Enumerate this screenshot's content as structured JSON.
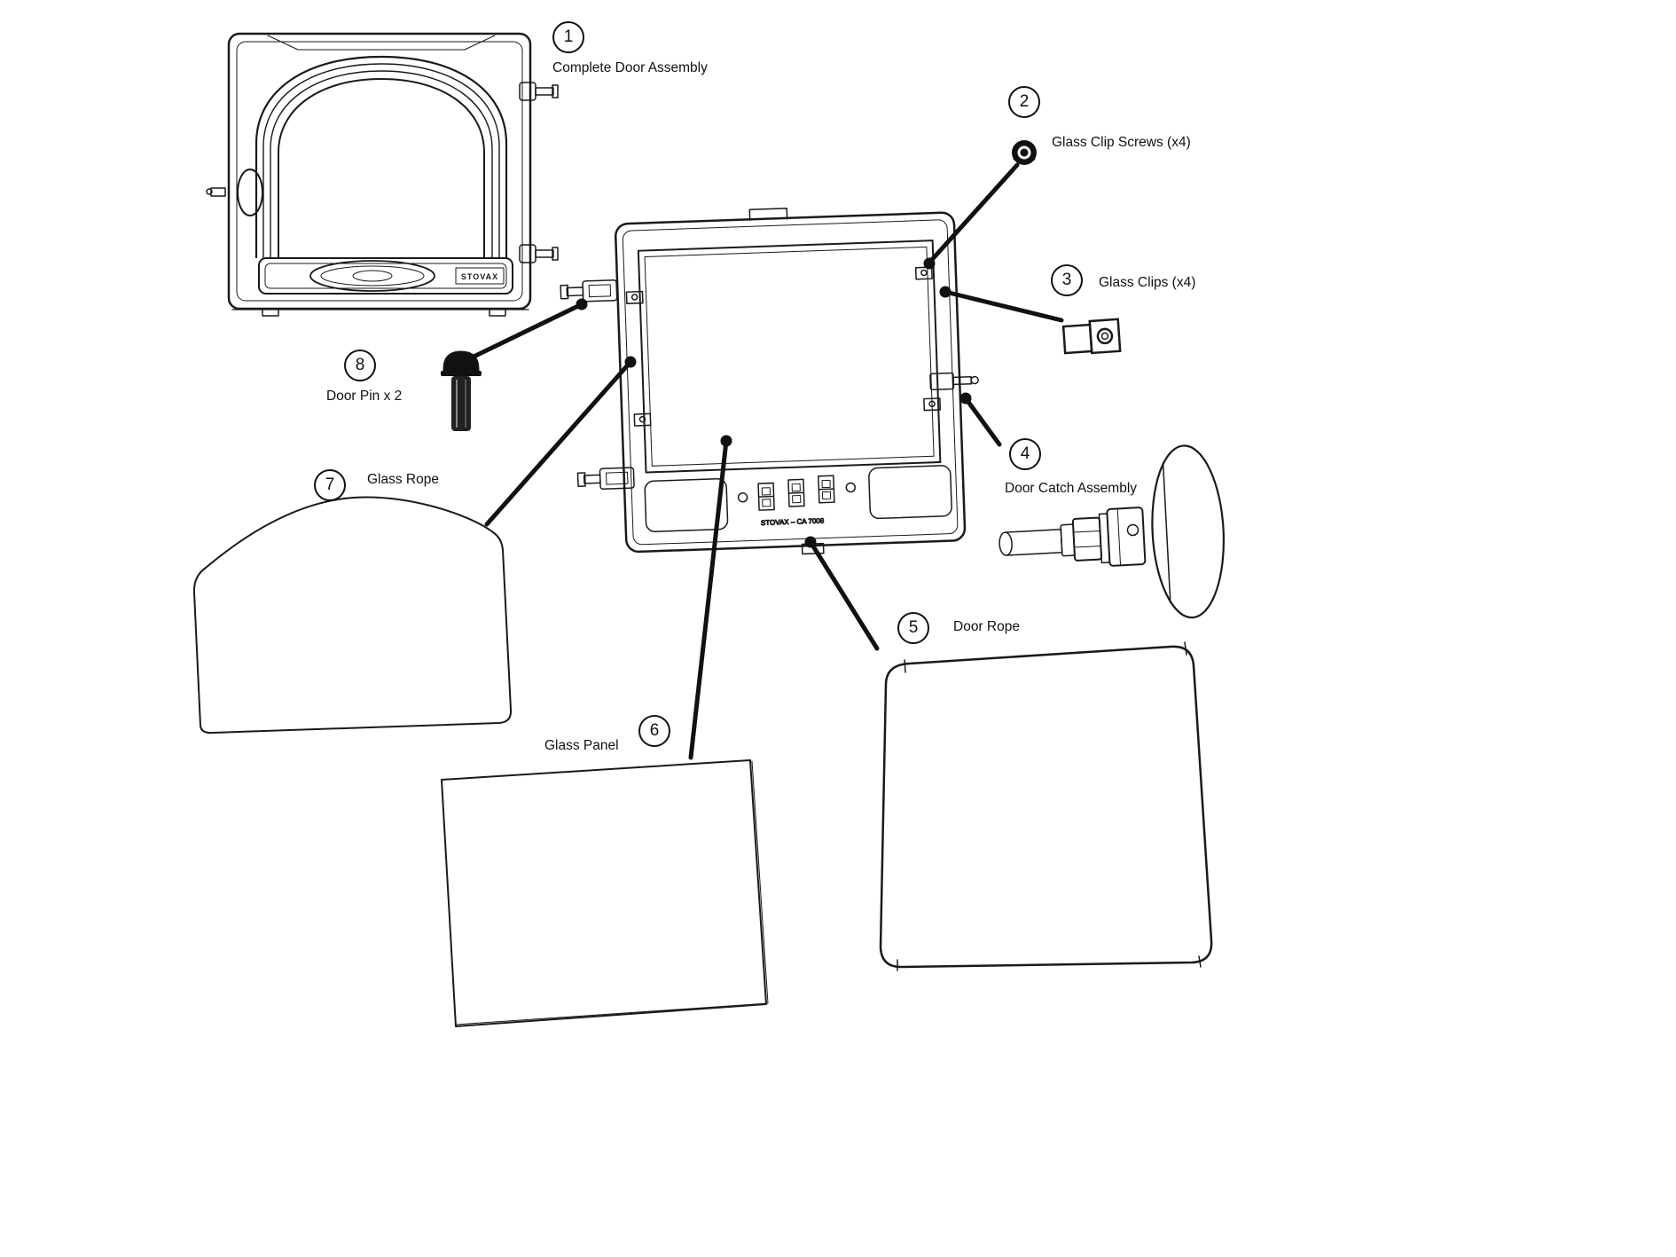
{
  "diagram": {
    "background_color": "#ffffff",
    "line_color": "#1a1a1a",
    "parts": [
      {
        "number": "1",
        "label": "Complete Door Assembly"
      },
      {
        "number": "2",
        "label": "Glass Clip Screws (x4)"
      },
      {
        "number": "3",
        "label": "Glass Clips (x4)"
      },
      {
        "number": "4",
        "label": "Door Catch Assembly"
      },
      {
        "number": "5",
        "label": "Door Rope"
      },
      {
        "number": "6",
        "label": "Glass Panel"
      },
      {
        "number": "7",
        "label": "Glass Rope"
      },
      {
        "number": "8",
        "label": "Door Pin x 2"
      }
    ],
    "engravings": {
      "door_logo": "STOVAX",
      "frame_marking": "STOVAX – CA 7008"
    }
  }
}
